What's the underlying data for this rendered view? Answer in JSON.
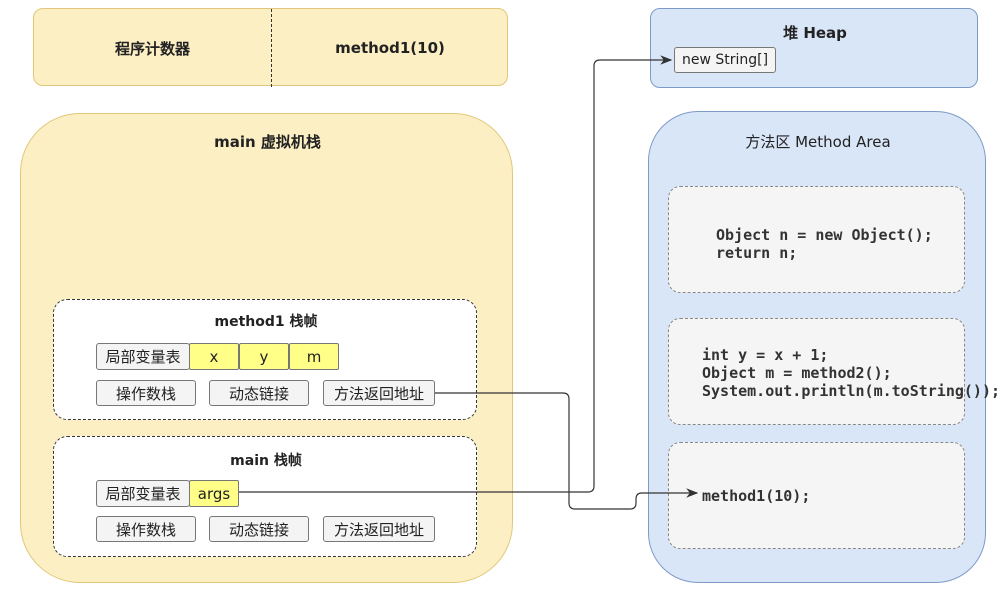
{
  "pc": {
    "label": "程序计数器",
    "value": "method1(10)"
  },
  "stack": {
    "title": "main 虚拟机栈",
    "frame1": {
      "title": "method1  栈帧",
      "locals_label": "局部变量表",
      "vars": [
        "x",
        "y",
        "m"
      ],
      "operand": "操作数栈",
      "dynlink": "动态链接",
      "ret": "方法返回地址"
    },
    "frame2": {
      "title": "main  栈帧",
      "locals_label": "局部变量表",
      "vars": [
        "args"
      ],
      "operand": "操作数栈",
      "dynlink": "动态链接",
      "ret": "方法返回地址"
    }
  },
  "heap": {
    "title": "堆 Heap",
    "item": "new String[]"
  },
  "method_area": {
    "title": "方法区 Method Area",
    "block1": [
      "Object n = new Object();",
      "return n;"
    ],
    "block2": [
      "int y = x + 1;",
      "Object m = method2();",
      "System.out.println(m.toString());"
    ],
    "block3": [
      "method1(10);"
    ]
  },
  "colors": {
    "yellow": "#fcefc4",
    "blue": "#d9e6f8",
    "var_yellow": "#ffff88"
  }
}
